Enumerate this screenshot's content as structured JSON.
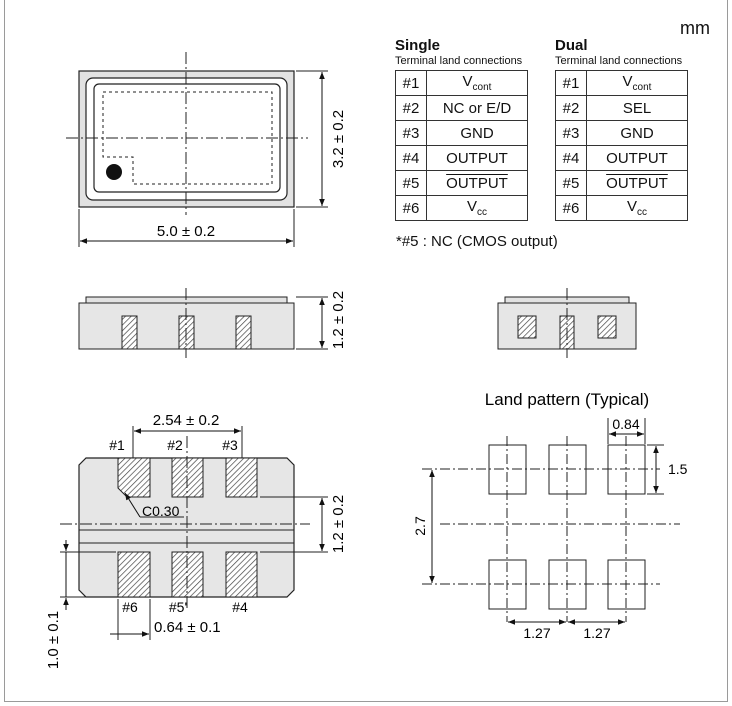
{
  "unit": "mm",
  "top_view": {
    "width_dim": "5.0 ± 0.2",
    "height_dim": "3.2 ± 0.2"
  },
  "side_view": {
    "height_dim": "1.2 ± 0.2"
  },
  "bottom_view": {
    "pitch_dim": "2.54 ± 0.2",
    "chamfer": "C0.30",
    "pad_height_dim": "1.2 ± 0.2",
    "pad_width_dim": "0.64 ± 0.1",
    "gap_dim": "1.0 ± 0.1",
    "pin_labels_top": [
      "#1",
      "#2",
      "#3"
    ],
    "pin_labels_bottom": [
      "#6",
      "#5'",
      "#4"
    ]
  },
  "single": {
    "title": "Single",
    "subtitle": "Terminal land connections",
    "rows": [
      {
        "pin": "#1",
        "base": "V",
        "sub": "cont",
        "overline": false
      },
      {
        "pin": "#2",
        "base": "NC or E/D",
        "sub": "",
        "overline": false
      },
      {
        "pin": "#3",
        "base": "GND",
        "sub": "",
        "overline": false
      },
      {
        "pin": "#4",
        "base": "OUTPUT",
        "sub": "",
        "overline": false
      },
      {
        "pin": "#5",
        "base": "OUTPUT",
        "sub": "",
        "overline": true
      },
      {
        "pin": "#6",
        "base": "V",
        "sub": "cc",
        "overline": false
      }
    ]
  },
  "dual": {
    "title": "Dual",
    "subtitle": "Terminal land connections",
    "rows": [
      {
        "pin": "#1",
        "base": "V",
        "sub": "cont",
        "overline": false
      },
      {
        "pin": "#2",
        "base": "SEL",
        "sub": "",
        "overline": false
      },
      {
        "pin": "#3",
        "base": "GND",
        "sub": "",
        "overline": false
      },
      {
        "pin": "#4",
        "base": "OUTPUT",
        "sub": "",
        "overline": false
      },
      {
        "pin": "#5",
        "base": "OUTPUT",
        "sub": "",
        "overline": true
      },
      {
        "pin": "#6",
        "base": "V",
        "sub": "cc",
        "overline": false
      }
    ]
  },
  "footnote": "*#5 : NC (CMOS output)",
  "land_pattern": {
    "title": "Land pattern (Typical)",
    "pad_width": "0.84",
    "pad_height": "1.5",
    "row_spacing": "2.7",
    "pitch_left": "1.27",
    "pitch_right": "1.27"
  }
}
